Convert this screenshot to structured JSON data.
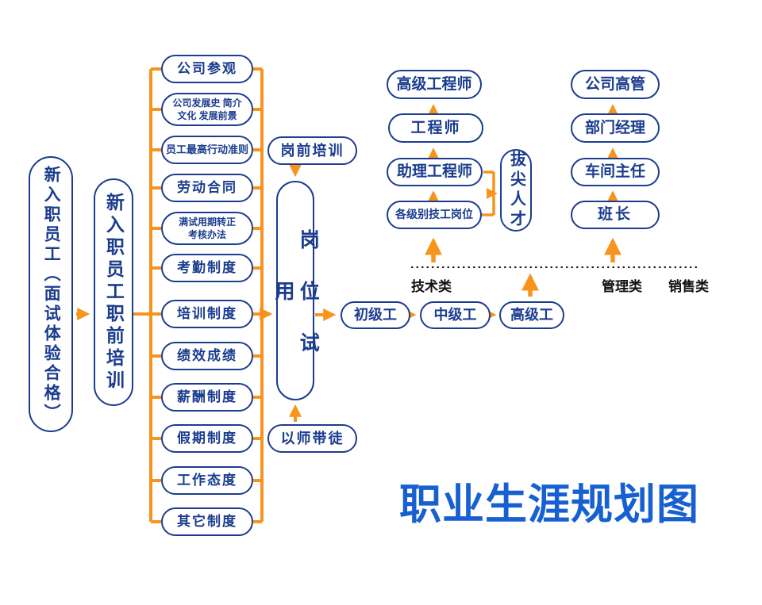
{
  "title": "职业生涯规划图",
  "entry": {
    "label": "新入职员工（面试体验合格）"
  },
  "pretraining": {
    "label": "新入职员工职前培训",
    "items": [
      "公司参观",
      "公司发展史 简介\n文化 发展前景",
      "员工最高行动准则",
      "劳动合同",
      "满试用期转正\n考核办法",
      "考勤制度",
      "培训制度",
      "绩效成绩",
      "薪酬制度",
      "假期制度",
      "工作态度",
      "其它制度"
    ]
  },
  "onboarding": {
    "pre_job_training": "岗前培训",
    "position_trial": "岗位试用",
    "mentorship": "以师带徒"
  },
  "worker_levels": [
    "初级工",
    "中级工",
    "高级工"
  ],
  "categories": {
    "technical": "技术类",
    "management": "管理类",
    "sales": "销售类"
  },
  "technical_track": [
    "各级别技工岗位",
    "助理工程师",
    "工程师",
    "高级工程师"
  ],
  "management_track": [
    "班长",
    "车间主任",
    "部门经理",
    "公司高管"
  ],
  "top_talent": "拔尖人才",
  "colors": {
    "node_blue": "#1b3c8f",
    "arrow_orange": "#f7941d",
    "title_blue": "#1660d2",
    "divider_black": "#1a1a1a"
  }
}
